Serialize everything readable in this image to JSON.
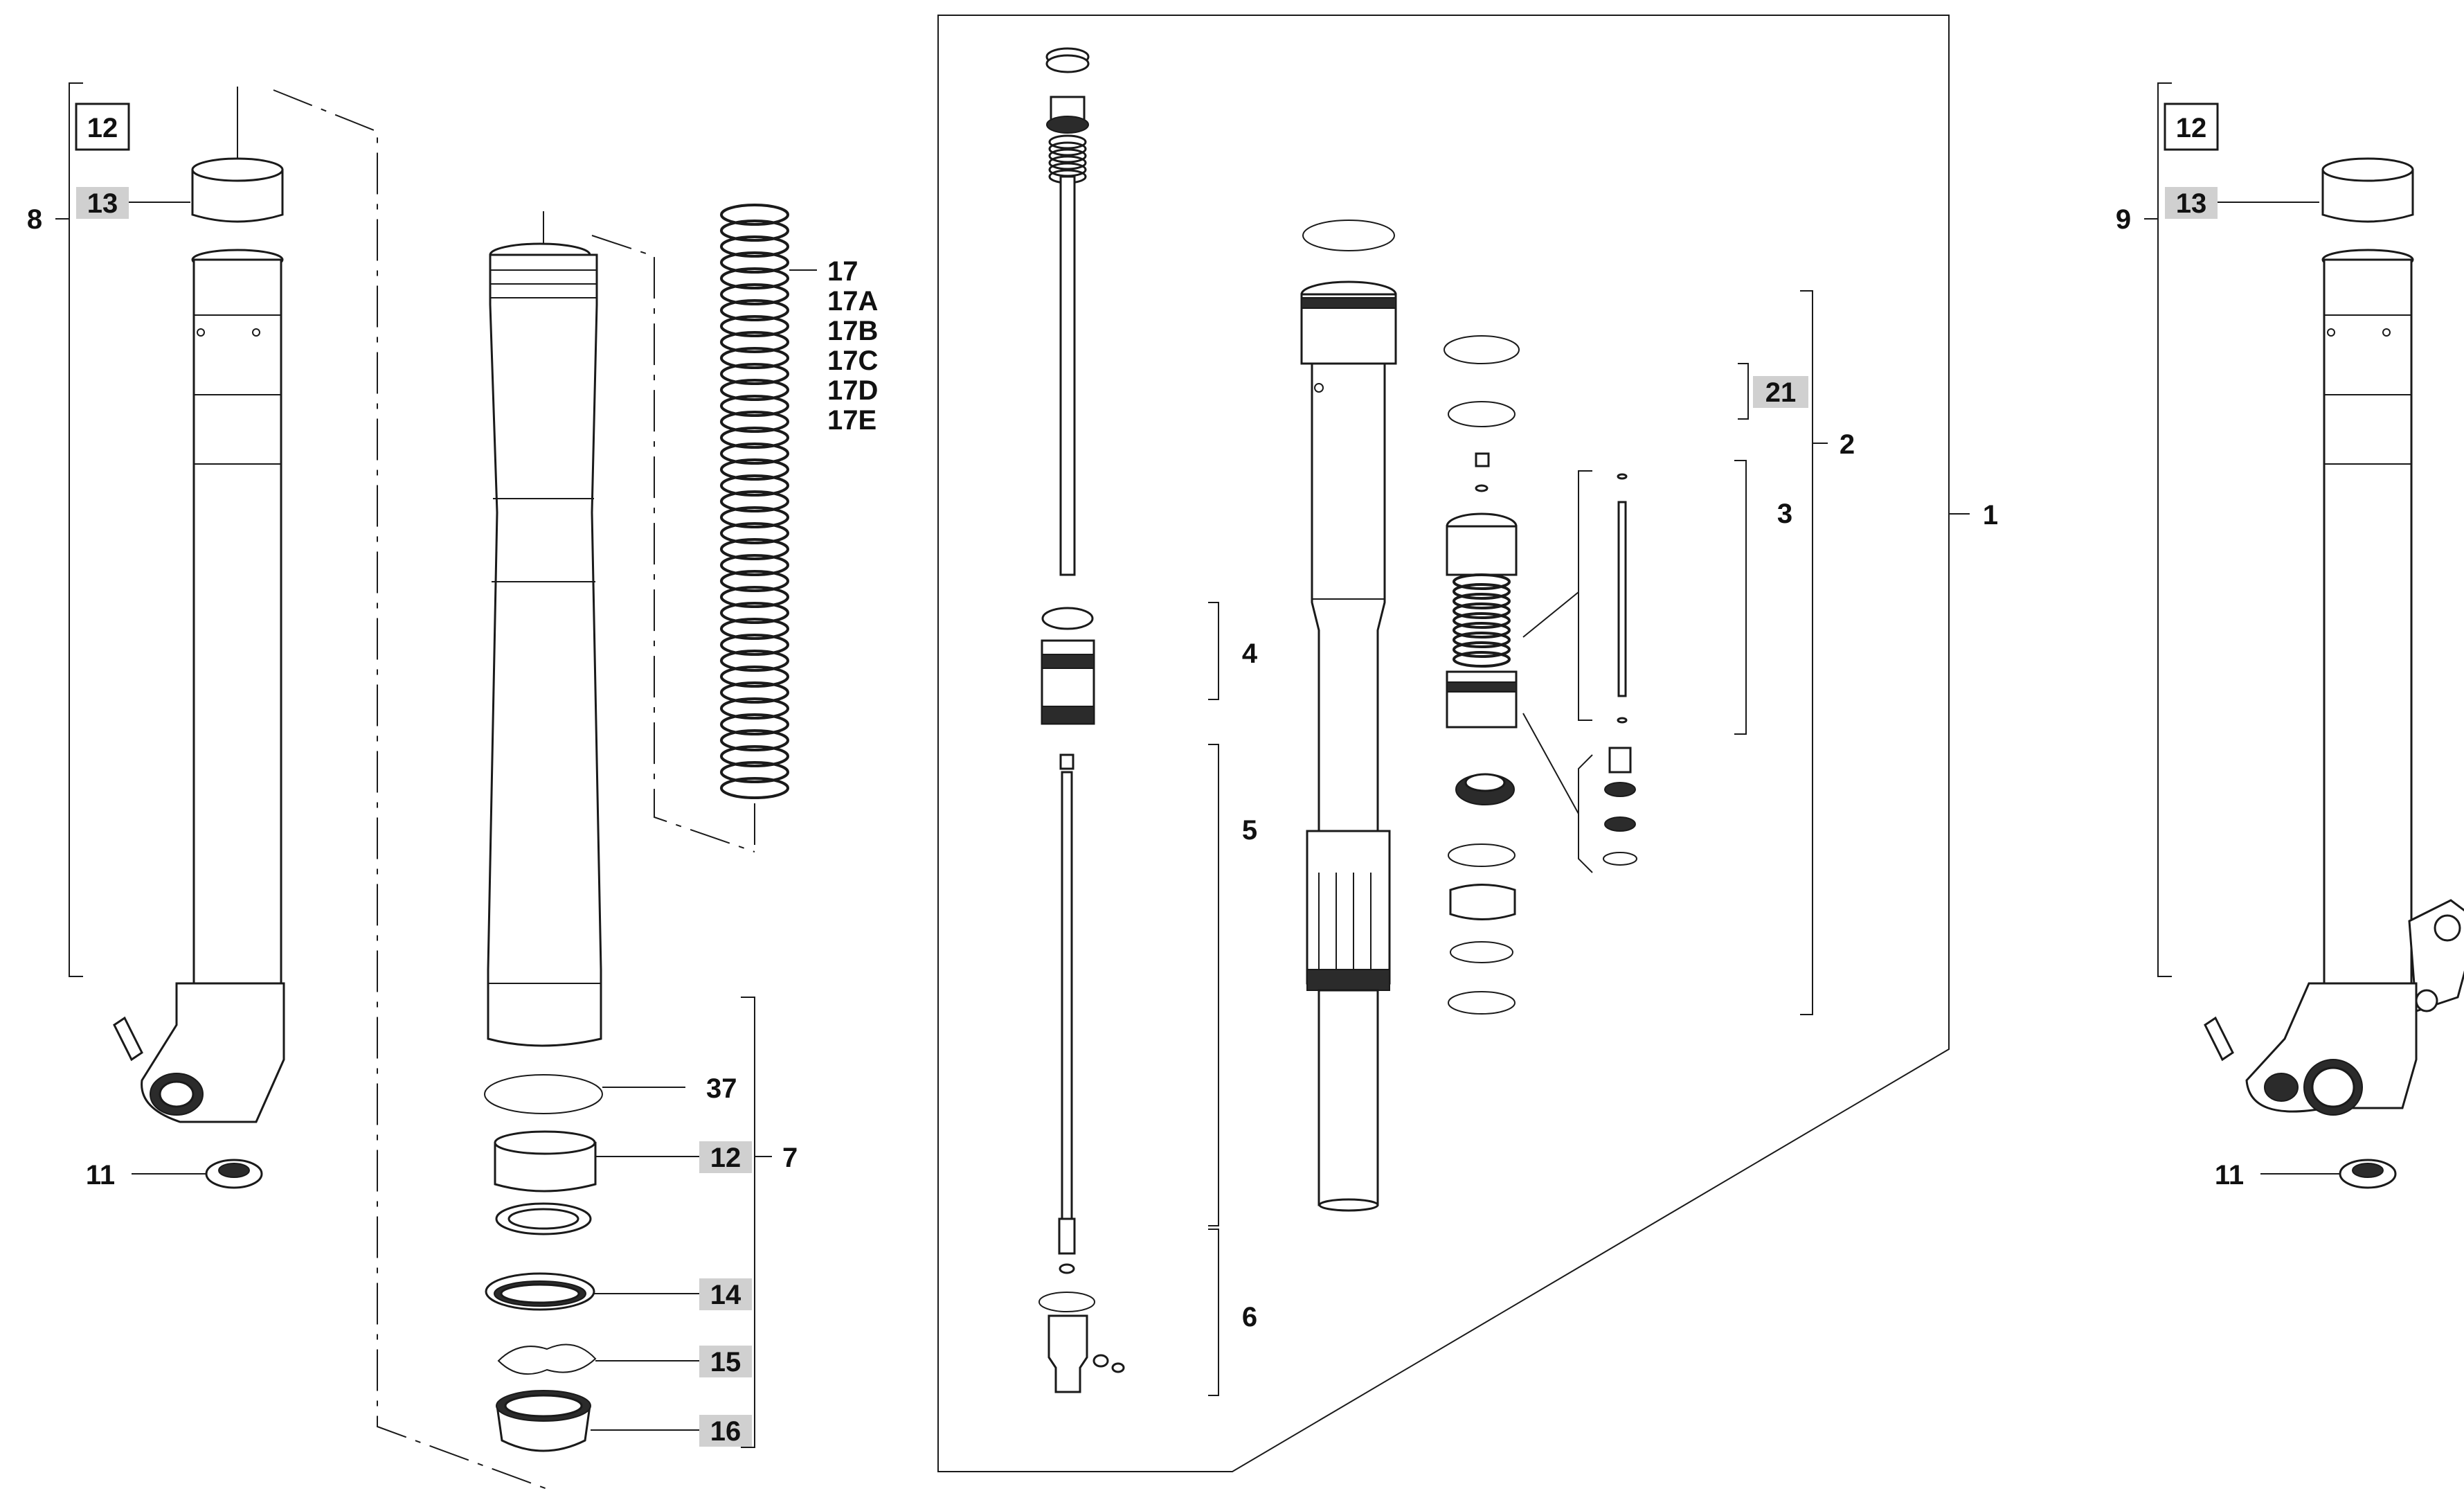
{
  "labels": {
    "l1": "1",
    "l2": "2",
    "l3": "3",
    "l4": "4",
    "l5": "5",
    "l6": "6",
    "l7": "7",
    "l8": "8",
    "l9": "9",
    "l11_left": "11",
    "l11_right": "11",
    "l12_left": "12",
    "l12_right": "12",
    "l12_mid": "12",
    "l13_left": "13",
    "l13_right": "13",
    "l14": "14",
    "l15": "15",
    "l16": "16",
    "l17": "17",
    "l17A": "17A",
    "l17B": "17B",
    "l17C": "17C",
    "l17D": "17D",
    "l17E": "17E",
    "l21": "21",
    "l37": "37"
  },
  "highlight_color": "#d0d0d0",
  "line_color": "#1a1a1a"
}
